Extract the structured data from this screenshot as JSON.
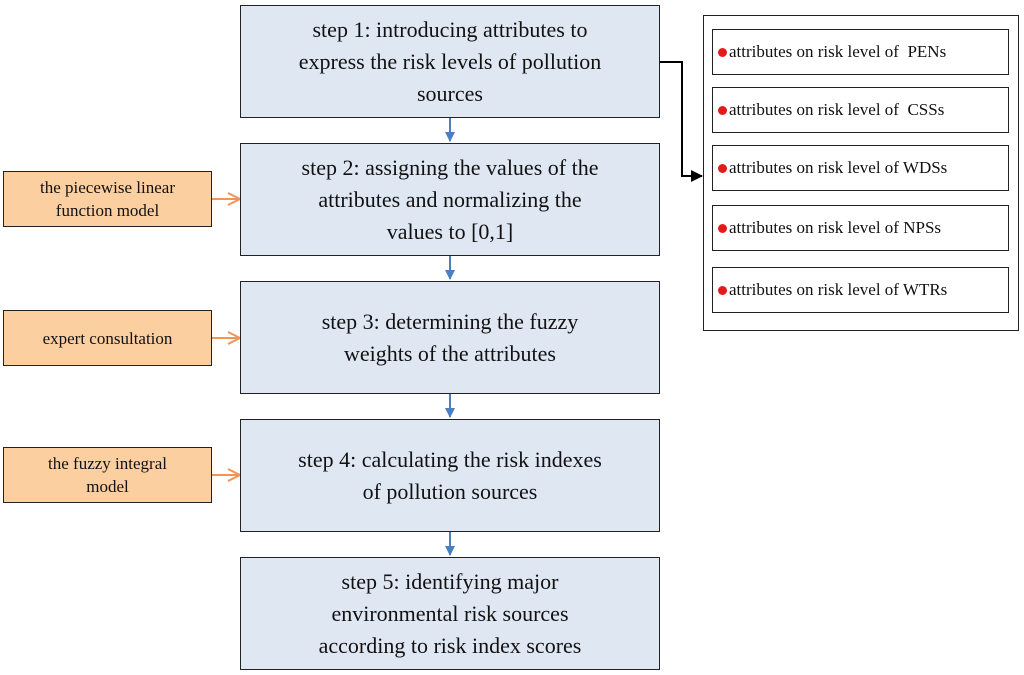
{
  "steps": [
    "step 1: introducing attributes to\nexpress the risk levels of pollution\nsources",
    "step 2: assigning the values of the\nattributes and normalizing the\nvalues to [0,1]",
    "step 3: determining the fuzzy\nweights of the attributes",
    "step 4: calculating the risk indexes\nof pollution sources",
    "step 5: identifying major\nenvironmental risk sources\naccording to risk index scores"
  ],
  "side_inputs": [
    "the piecewise linear\nfunction model",
    "expert consultation",
    "the fuzzy integral\nmodel"
  ],
  "attributes": [
    "attributes on risk level of  PENs",
    "attributes on risk level of  CSSs",
    "attributes on risk level of WDSs",
    "attributes on risk level of NPSs",
    "attributes on risk level of WTRs"
  ],
  "colors": {
    "step_fill": "#dfe7f3",
    "side_fill": "#fbcf9f",
    "flow_arrow": "#4a7fc1",
    "input_arrow": "#f0955a",
    "bullet": "#e31a1a"
  }
}
